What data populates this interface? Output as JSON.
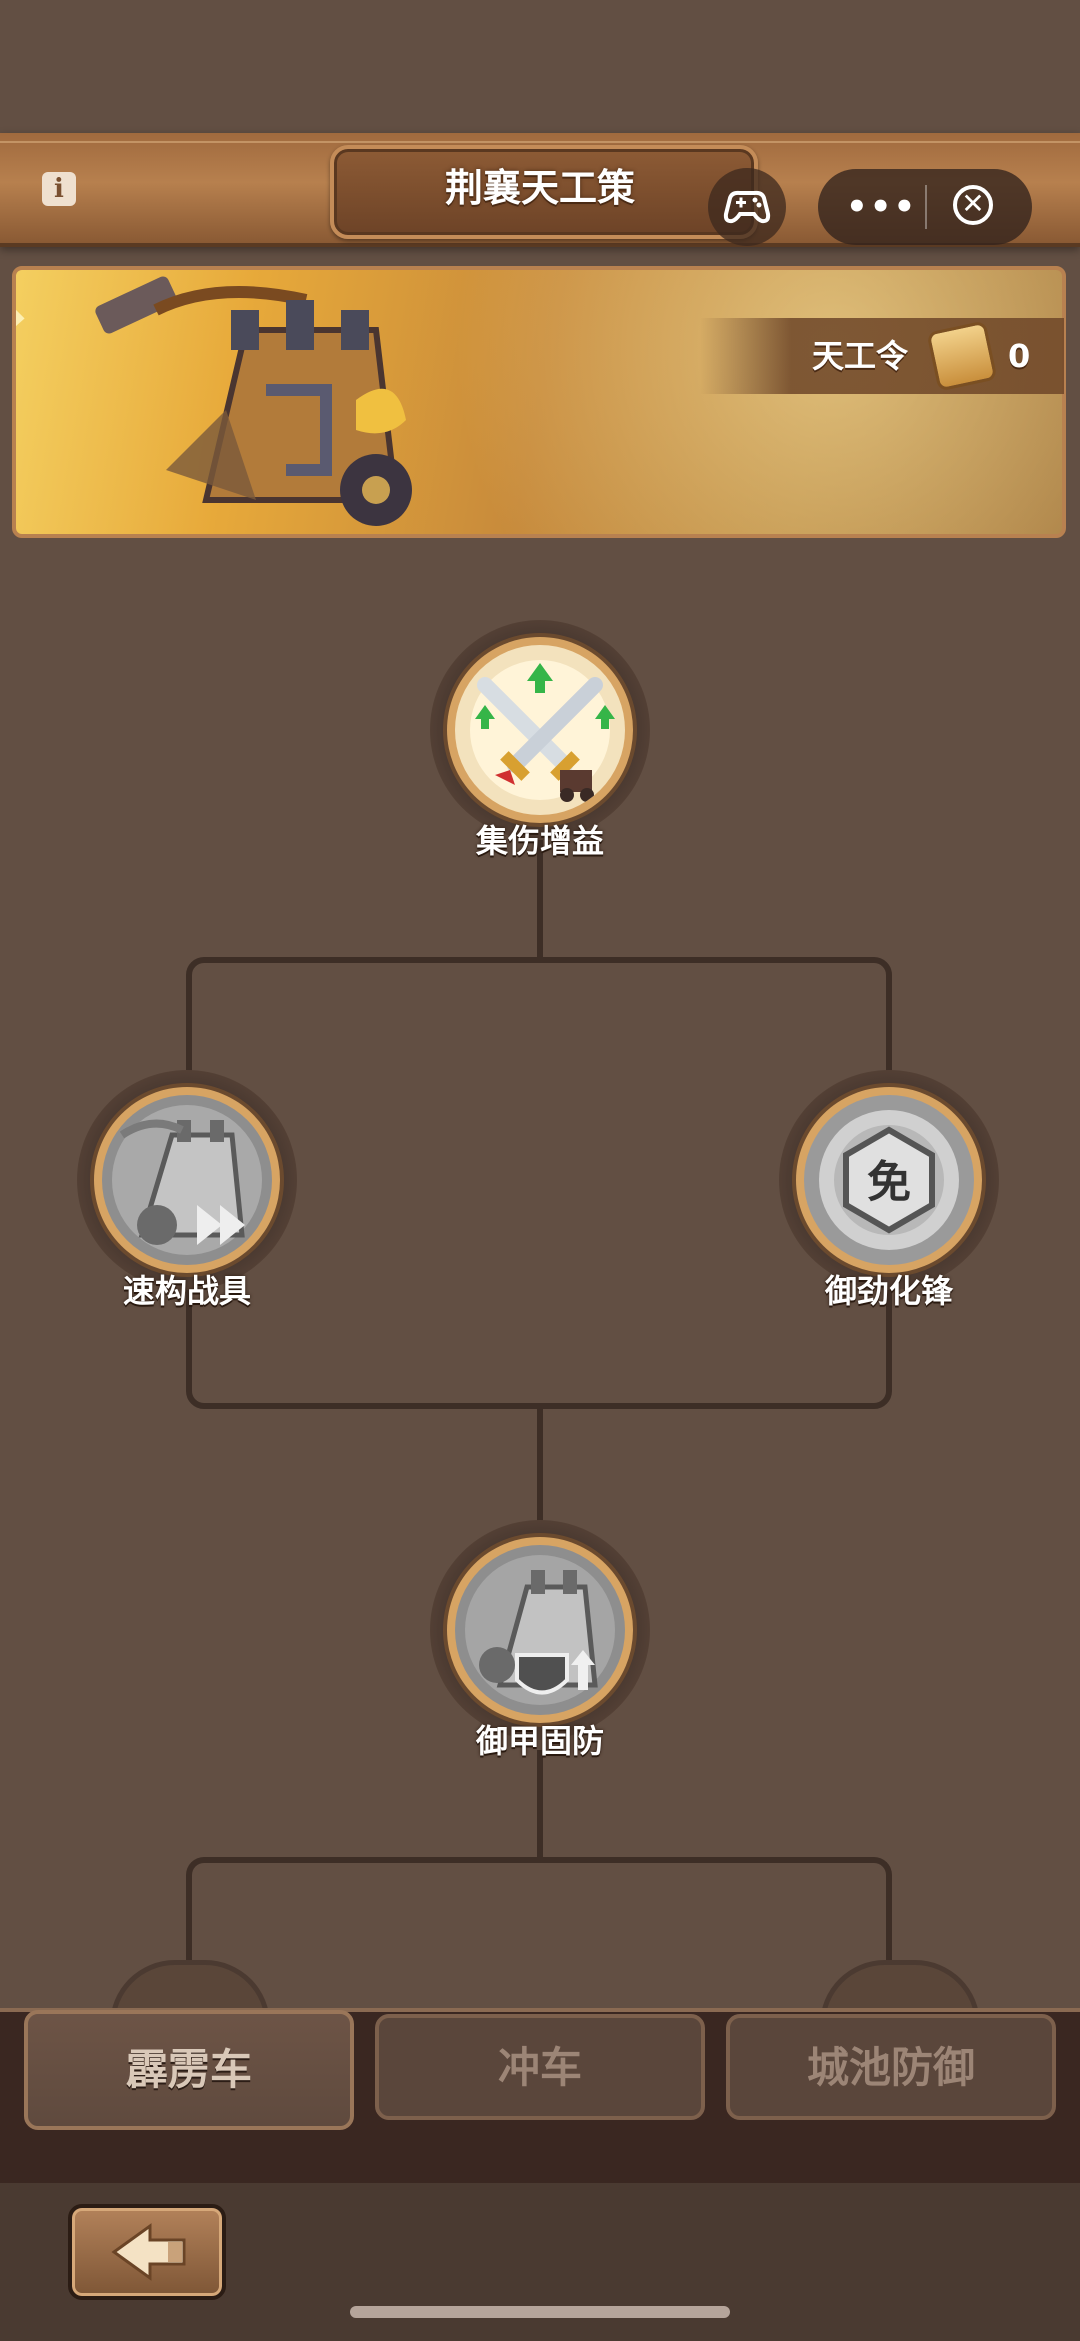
{
  "header": {
    "title": "荆襄天工策",
    "info_icon": "info-icon",
    "gamepad_icon": "gamepad-icon",
    "more_icon": "more-dots-icon",
    "more_label": "•••",
    "close_icon": "close-circle-icon",
    "close_label": "✕"
  },
  "banner": {
    "currency_label": "天工令",
    "currency_value": "0",
    "currency_icon": "tiangong-token-icon"
  },
  "tree": {
    "nodes": [
      {
        "label": "集伤增益",
        "icon": "crossed-swords-icon",
        "unlocked": true
      },
      {
        "label": "速构战具",
        "icon": "catapult-speed-icon",
        "unlocked": false
      },
      {
        "label": "御劲化锋",
        "icon": "immune-shield-icon",
        "unlocked": false
      },
      {
        "label": "御甲固防",
        "icon": "catapult-defense-icon",
        "unlocked": false
      }
    ]
  },
  "tabs": [
    {
      "label": "霹雳车",
      "active": true
    },
    {
      "label": "冲车",
      "active": false
    },
    {
      "label": "城池防御",
      "active": false
    }
  ],
  "footer": {
    "back_icon": "back-arrow-icon"
  },
  "colors": {
    "background": "#624f43",
    "titlebar": "#a06a3e",
    "node_border": "#d7a463",
    "line": "#3d2e26"
  }
}
